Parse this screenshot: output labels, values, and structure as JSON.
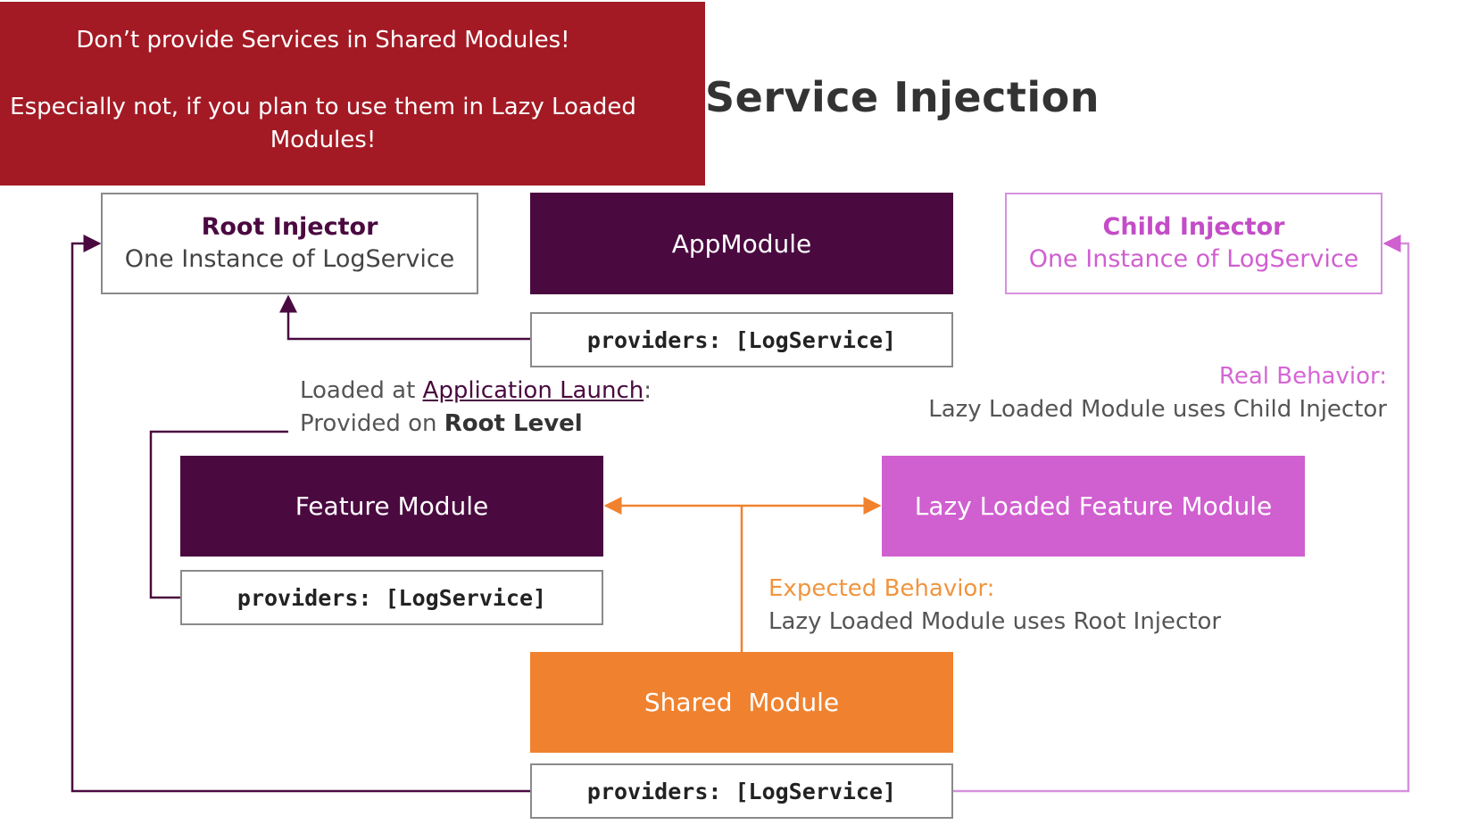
{
  "title": "Service Injection",
  "warning": {
    "line1": "Don’t provide Services in Shared Modules!",
    "line2": "Especially not, if you plan to use them in Lazy Loaded Modules!"
  },
  "root_injector": {
    "title": "Root Injector",
    "subtitle": "One Instance of LogService"
  },
  "child_injector": {
    "title": "Child Injector",
    "subtitle": "One Instance of LogService"
  },
  "app_module": {
    "label": "AppModule",
    "providers": "providers: [LogService]"
  },
  "feature_module": {
    "label": "Feature Module",
    "providers": "providers: [LogService]"
  },
  "lazy_module": {
    "label": "Lazy Loaded Feature Module"
  },
  "shared_module": {
    "label": "Shared  Module",
    "providers": "providers: [LogService]"
  },
  "root_note": {
    "prefix": "Loaded at ",
    "link": "Application Launch",
    "suffix": ":",
    "line2_prefix": "Provided on ",
    "line2_bold": "Root Level"
  },
  "real_behavior": {
    "heading": "Real Behavior:",
    "text": "Lazy Loaded Module uses Child Injector"
  },
  "expected_behavior": {
    "heading": "Expected Behavior:",
    "text": "Lazy Loaded Module uses Root Injector"
  },
  "colors": {
    "root": "#4a0a40",
    "lazy": "#d05fd0",
    "shared": "#f0822f",
    "warning": "#a31a24"
  }
}
